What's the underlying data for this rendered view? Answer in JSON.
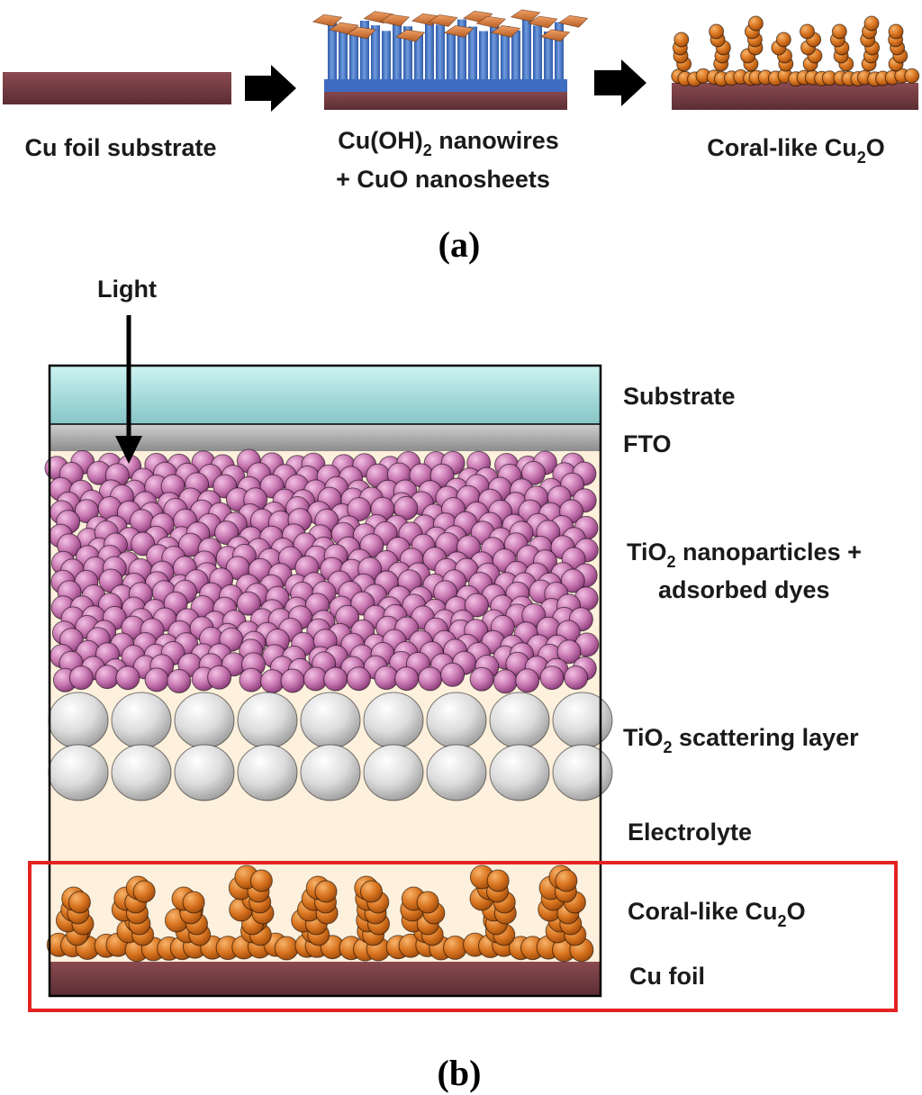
{
  "panel_a": {
    "letter_open": "(",
    "letter": "a",
    "letter_close": ")",
    "steps": [
      {
        "label": "Cu foil substrate"
      },
      {
        "label_line1_pre": "Cu(OH)",
        "label_line1_sub": "2",
        "label_line1_post": " nanowires",
        "label_line2": "+ CuO nanosheets"
      },
      {
        "label_pre": "Coral-like Cu",
        "label_sub": "2",
        "label_post": "O"
      }
    ]
  },
  "panel_b": {
    "letter_open": "(",
    "letter": "b",
    "letter_close": ")",
    "light_label": "Light",
    "layers": {
      "substrate": "Substrate",
      "fto": "FTO",
      "tio2_np_pre": "TiO",
      "tio2_np_sub": "2",
      "tio2_np_post": " nanoparticles +",
      "tio2_np_line2": "adsorbed dyes",
      "scatter_pre": "TiO",
      "scatter_sub": "2",
      "scatter_post": " scattering layer",
      "electrolyte": "Electrolyte",
      "coral_pre": "Coral-like Cu",
      "coral_sub": "2",
      "coral_post": "O",
      "cu_foil": "Cu foil"
    }
  },
  "colors": {
    "cu_foil": "#6e3a3f",
    "cuoh2_nanowire": "#4a78c8",
    "cuo_nanosheet": "#d77a3a",
    "cu2o": "#d4701f",
    "substrate_glass": "#a9e0e0",
    "fto": "#9a9a9a",
    "electrolyte": "#fdf0dc",
    "dye_particle": "#c878b0",
    "scatter_particle": "#d8d8d8",
    "highlight_box": "#e52222",
    "arrow": "#000000"
  }
}
